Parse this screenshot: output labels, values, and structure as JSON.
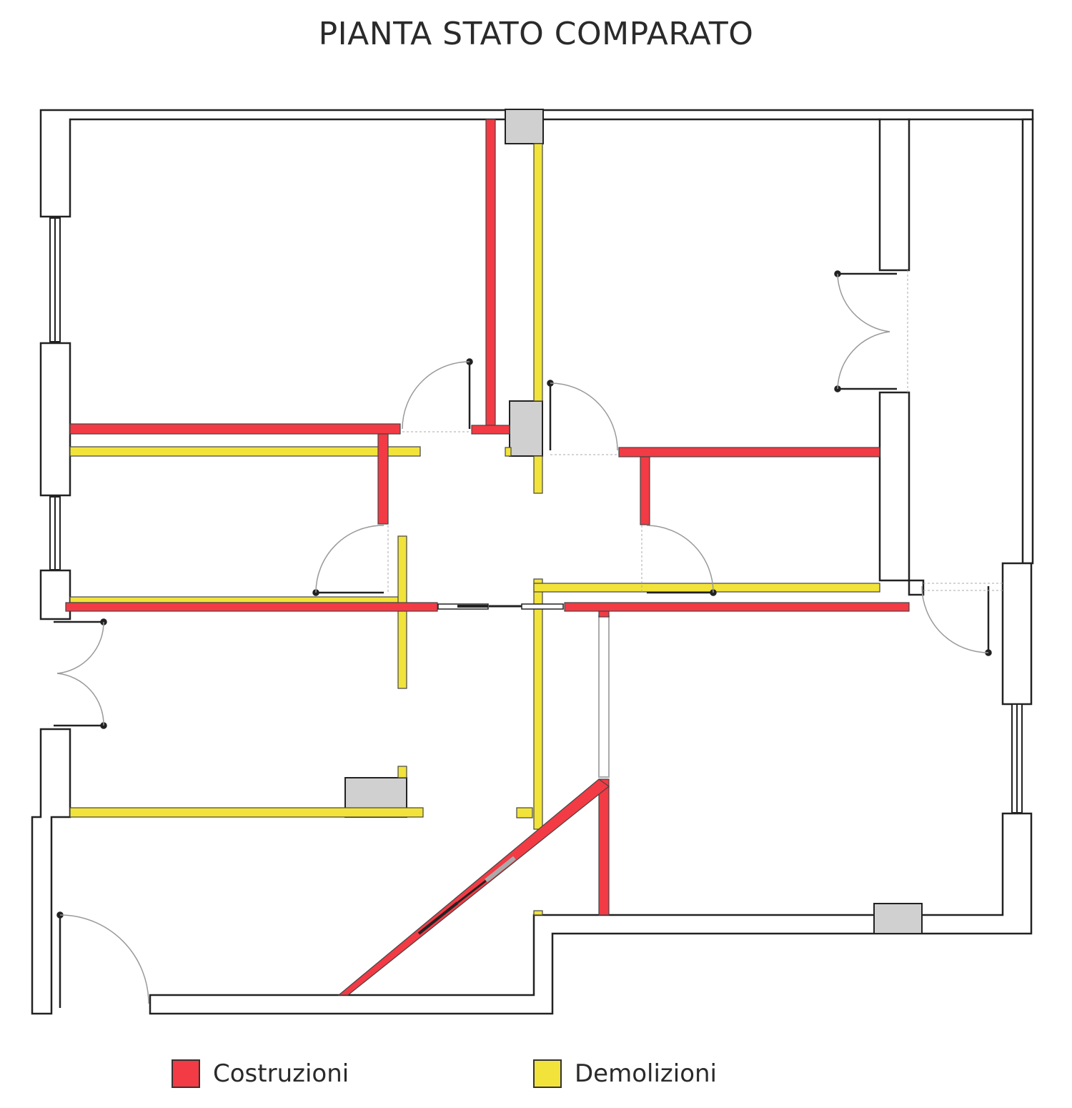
{
  "title": "PIANTA STATO COMPARATO",
  "legend": [
    {
      "label": "Costruzioni",
      "color": "#f23b45"
    },
    {
      "label": "Demolizioni",
      "color": "#f2e33b"
    }
  ],
  "colors": {
    "construction": "#f23b45",
    "demolition": "#f2e33b",
    "wall_fill": "#ffffff",
    "wall_stroke": "#222222",
    "column_fill": "#d0d0d0",
    "door_arc": "#999999"
  }
}
